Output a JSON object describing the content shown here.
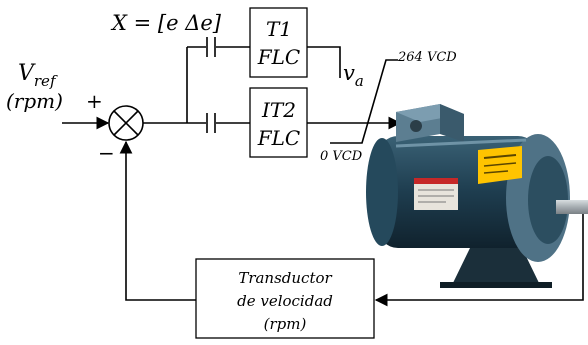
{
  "vector_label": "X = [e  Δe]",
  "input": {
    "name": "V",
    "subscript": "ref",
    "unit": "(rpm)"
  },
  "sum_signs": {
    "plus": "+",
    "minus": "−"
  },
  "t1_block": {
    "line1": "T1",
    "line2": "FLC"
  },
  "it2_block": {
    "line1": "IT2",
    "line2": "FLC"
  },
  "output_label": {
    "name": "v",
    "subscript": "a"
  },
  "switch_labels": {
    "high": "264 VCD",
    "low": "0 VCD"
  },
  "feedback_block": {
    "line1": "Transductor",
    "line2": "de velocidad",
    "line3": "(rpm)"
  },
  "motor": {
    "body_color": "#1e3d4f",
    "accent_color": "#ffc400"
  }
}
